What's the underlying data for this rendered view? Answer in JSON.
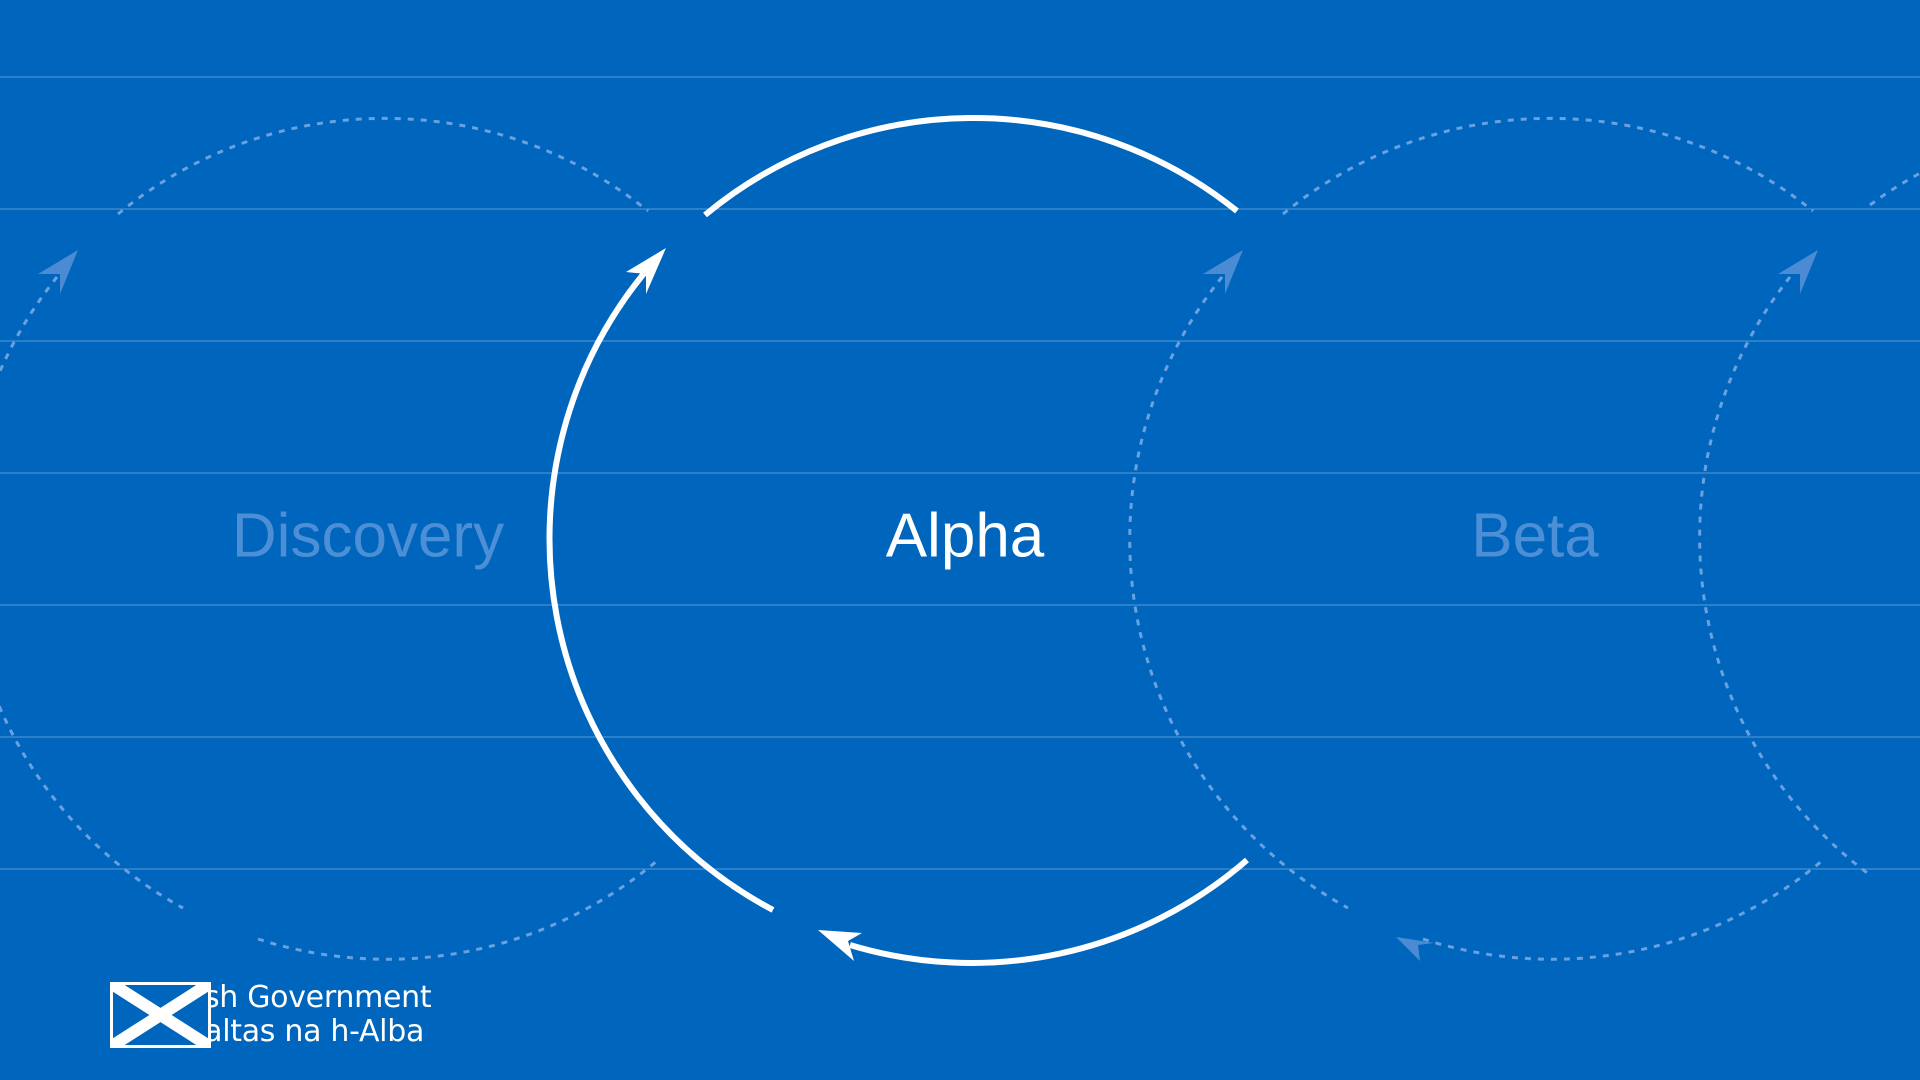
{
  "diagram": {
    "phases": [
      {
        "id": "discovery",
        "label": "Discovery",
        "state": "inactive"
      },
      {
        "id": "alpha",
        "label": "Alpha",
        "state": "active"
      },
      {
        "id": "beta",
        "label": "Beta",
        "state": "inactive"
      }
    ]
  },
  "branding": {
    "line1": "Scottish Government",
    "line2": "Riaghaltas na h-Alba"
  },
  "colors": {
    "background": "#0065bd",
    "active": "#ffffff",
    "inactive": "#4d8fd6"
  }
}
